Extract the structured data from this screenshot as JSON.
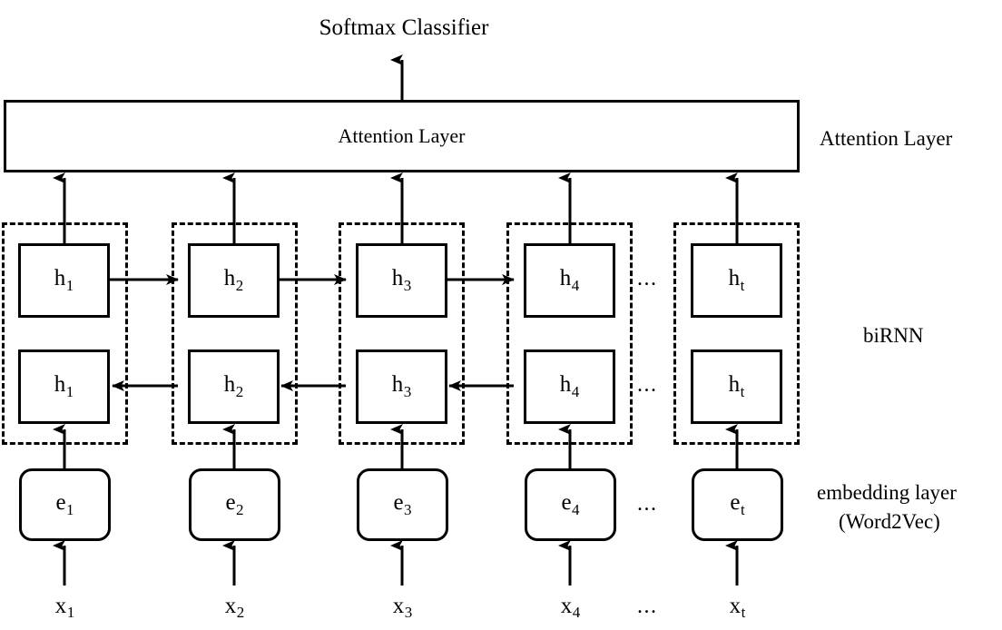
{
  "diagram": {
    "title": "Softmax Classifier",
    "attention_box_label": "Attention Layer",
    "side_labels": {
      "attention": "Attention Layer",
      "birnn": "biRNN",
      "embedding_line1": "embedding layer",
      "embedding_line2": "(Word2Vec)"
    },
    "ellipsis": "...",
    "colors": {
      "stroke": "#000000",
      "background": "#ffffff"
    },
    "columns": [
      {
        "id": "col-1",
        "index": "1",
        "forward_hidden": "h",
        "forward_hidden_sub": "1",
        "backward_hidden": "h",
        "backward_hidden_sub": "1",
        "embedding": "e",
        "embedding_sub": "1",
        "input": "x",
        "input_sub": "1"
      },
      {
        "id": "col-2",
        "index": "2",
        "forward_hidden": "h",
        "forward_hidden_sub": "2",
        "backward_hidden": "h",
        "backward_hidden_sub": "2",
        "embedding": "e",
        "embedding_sub": "2",
        "input": "x",
        "input_sub": "2"
      },
      {
        "id": "col-3",
        "index": "3",
        "forward_hidden": "h",
        "forward_hidden_sub": "3",
        "backward_hidden": "h",
        "backward_hidden_sub": "3",
        "embedding": "e",
        "embedding_sub": "3",
        "input": "x",
        "input_sub": "3"
      },
      {
        "id": "col-4",
        "index": "4",
        "forward_hidden": "h",
        "forward_hidden_sub": "4",
        "backward_hidden": "h",
        "backward_hidden_sub": "4",
        "embedding": "e",
        "embedding_sub": "4",
        "input": "x",
        "input_sub": "4"
      },
      {
        "id": "col-t",
        "index": "t",
        "forward_hidden": "h",
        "forward_hidden_sub": "t",
        "backward_hidden": "h",
        "backward_hidden_sub": "t",
        "embedding": "e",
        "embedding_sub": "t",
        "input": "x",
        "input_sub": "t"
      }
    ]
  }
}
